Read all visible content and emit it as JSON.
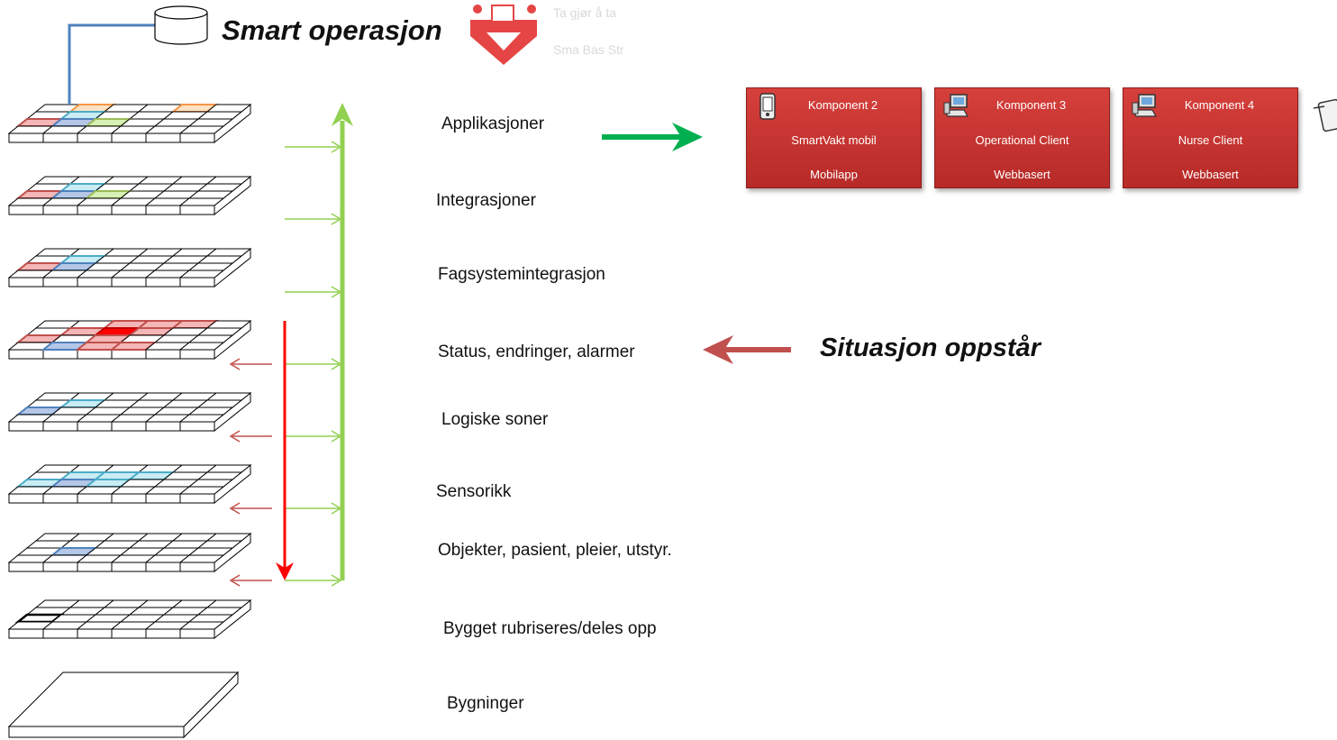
{
  "title": "Smart operasjon",
  "ghost_text": [
    "Ta gjør å ta",
    "Sma Bas Str"
  ],
  "situation_label": "Situasjon oppstår",
  "layers": [
    {
      "label": "Applikasjoner"
    },
    {
      "label": "Integrasjoner"
    },
    {
      "label": "Fagsystemintegrasjon"
    },
    {
      "label": "Status, endringer, alarmer"
    },
    {
      "label": "Logiske soner"
    },
    {
      "label": "Sensorikk"
    },
    {
      "label": "Objekter, pasient, pleier, utstyr."
    },
    {
      "label": "Bygget  rubriseres/deles opp"
    },
    {
      "label": "Bygninger"
    }
  ],
  "components": [
    {
      "name": "Komponent 2",
      "client": "SmartVakt mobil",
      "type": "Mobilapp",
      "icon": "mobile-device-icon"
    },
    {
      "name": "Komponent 3",
      "client": "Operational Client",
      "type": "Webbasert",
      "icon": "desktop-computer-icon"
    },
    {
      "name": "Komponent 4",
      "client": "Nurse Client",
      "type": "Webbasert",
      "icon": "desktop-computer-icon"
    }
  ],
  "colors": {
    "red_cell": "#f4b6b6",
    "red_edge": "#c0504d",
    "alarm": "#ff0000",
    "blue_cell": "#b4c7e7",
    "blue_edge": "#4f81bd",
    "cyan_cell": "#c9ecf5",
    "cyan_edge": "#4bacc6",
    "green_cell": "#d7f0b5",
    "green_edge": "#9bbb59",
    "orange_cell": "#fde2c4",
    "orange_edge": "#f79646",
    "up_arrow": "#92d050",
    "down_arrow": "#ff0000",
    "flow_arrow": "#00b050",
    "situation_arrow": "#c0504d",
    "component_fill": "#c0312e",
    "connector": "#4f81bd"
  }
}
